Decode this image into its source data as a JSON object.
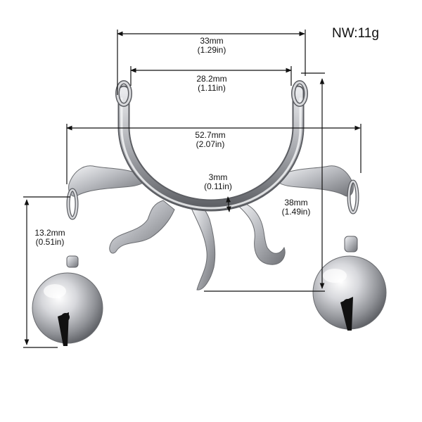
{
  "net_weight": "NW:11g",
  "dimensions": {
    "outer_width": {
      "mm": "33mm",
      "inch": "(1.29in)"
    },
    "inner_width": {
      "mm": "28.2mm",
      "inch": "(1.11in)"
    },
    "total_width": {
      "mm": "52.7mm",
      "inch": "(2.07in)"
    },
    "thickness": {
      "mm": "3mm",
      "inch": "(0.11in)"
    },
    "height": {
      "mm": "38mm",
      "inch": "(1.49in)"
    },
    "pendant_length": {
      "mm": "13.2mm",
      "inch": "(0.51in)"
    }
  },
  "colors": {
    "line": "#111111",
    "metal_dark": "#7d7f84",
    "metal_mid": "#c4c6ca",
    "metal_light": "#f4f5f7"
  }
}
